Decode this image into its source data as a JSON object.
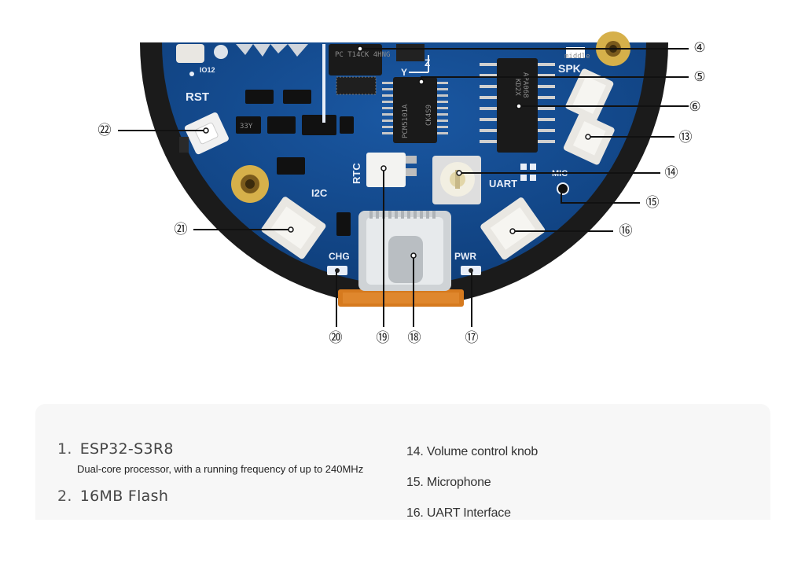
{
  "callouts": {
    "c4": "④",
    "c5": "⑤",
    "c6": "⑥",
    "c13": "⑬",
    "c14": "⑭",
    "c15": "⑮",
    "c16": "⑯",
    "c17": "⑰",
    "c18": "⑱",
    "c19": "⑲",
    "c20": "⑳",
    "c21": "㉑",
    "c22": "㉒"
  },
  "silkscreen": {
    "rst": "RST",
    "io12": "IO12",
    "i2c": "I2C",
    "rtc": "RTC",
    "uart": "UART",
    "mic": "MIC",
    "spk": "SPK",
    "chg": "CHG",
    "pwr": "PWR",
    "middle": "middle",
    "y": "Y",
    "z": "Z",
    "v33": "33Y"
  },
  "chips": {
    "pcm": "PCM5101A",
    "pcm_sub": "CK4S9",
    "apa": "APA068",
    "apa_sub": "KD2X",
    "imu": "PC T14CK 4HNG"
  },
  "colors": {
    "pcb": "#134a8e",
    "bezel": "#1b1b1b",
    "connector": "#e9e7e2",
    "callout_line": "#111111"
  },
  "specs": {
    "item1": {
      "num": "1.",
      "title": "ESP32-S3R8",
      "sub": "Dual-core processor, with a running frequency of up to 240MHz"
    },
    "item2": {
      "num": "2.",
      "title": "16MB Flash"
    },
    "item14": "14. Volume control knob",
    "item15": "15. Microphone",
    "item16": "16. UART Interface"
  }
}
